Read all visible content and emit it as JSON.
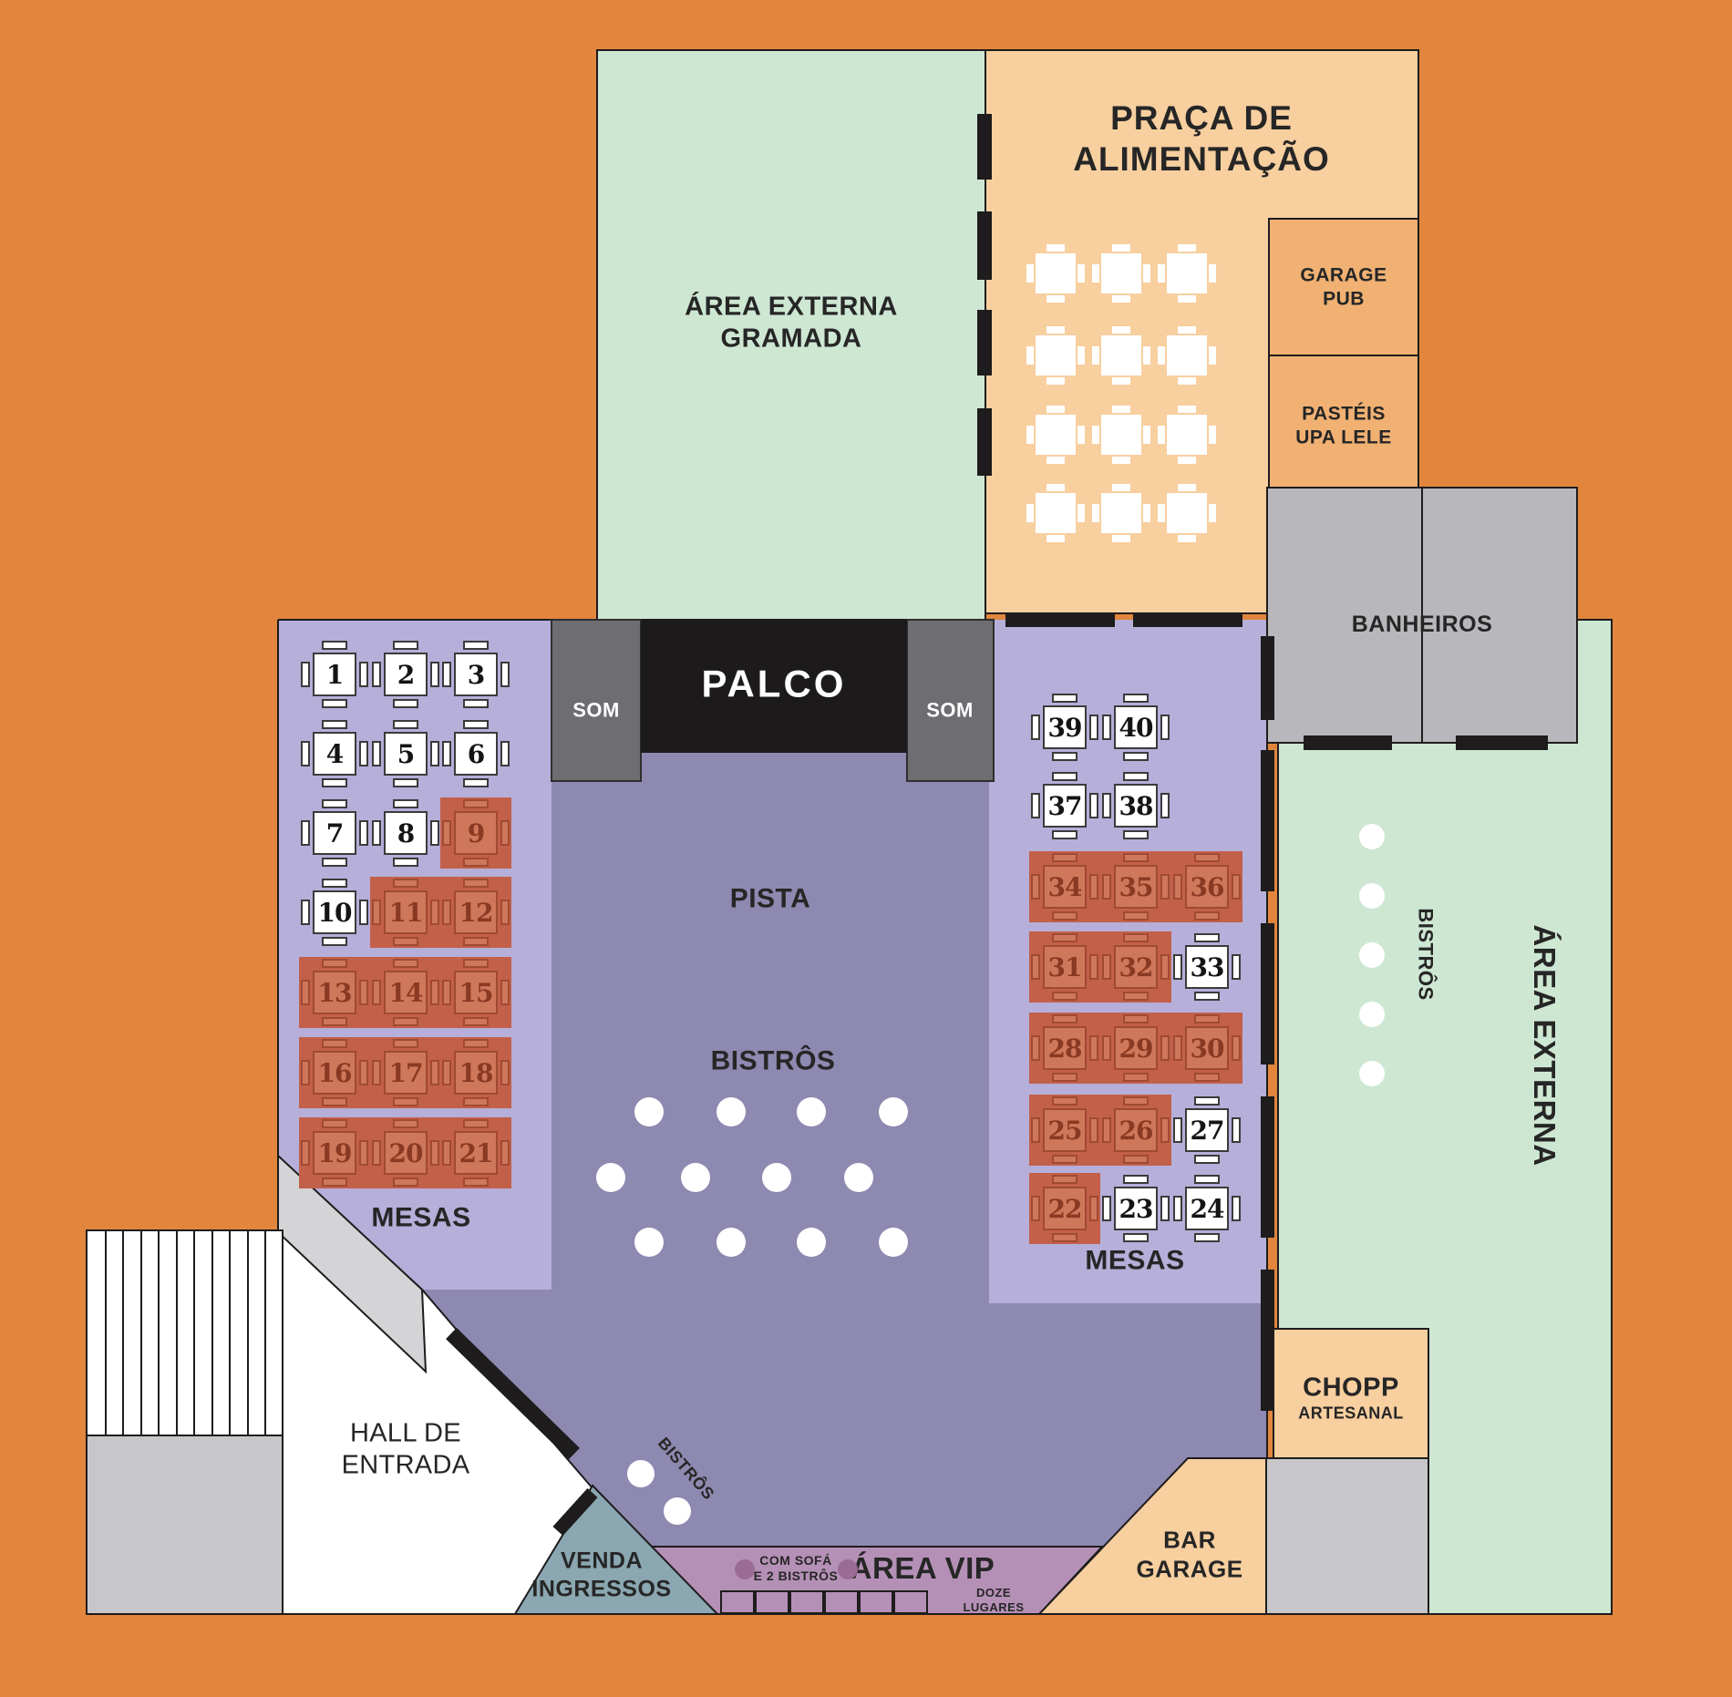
{
  "colors": {
    "bg": "#e1863c",
    "green": "#cee7d3",
    "peach": "#f8cf9f",
    "peach-dark": "#f0b173",
    "gray": "#b8b7bb",
    "gray-light": "#d4d4d7",
    "gray-mid": "#c7c7ca",
    "lavender": "#b5afd9",
    "slate": "#8d89b0",
    "stage": "#1c1a1a",
    "som": "#6d6d72",
    "mauve": "#b590b6",
    "mauve-dot": "#9a6b94",
    "teal": "#8ba7b1",
    "red-hl": "#c3604a",
    "red-table": "#cf775b",
    "red-border": "#a04a33",
    "red-num": "#8a3922",
    "line": "#1e1c1c",
    "text": "#262626"
  },
  "areas": {
    "gramada": {
      "line1": "ÁREA EXTERNA",
      "line2": "GRAMADA"
    },
    "praca": {
      "line1": "PRAÇA DE",
      "line2": "ALIMENTAÇÃO"
    },
    "garage_pub": {
      "line1": "GARAGE",
      "line2": "PUB"
    },
    "pasteis": {
      "line1": "PASTÉIS",
      "line2": "UPA LELE"
    },
    "banheiros": {
      "label": "BANHEIROS"
    },
    "som_left": {
      "label": "SOM"
    },
    "som_right": {
      "label": "SOM"
    },
    "palco": {
      "label": "PALCO"
    },
    "pista": {
      "label": "PISTA"
    },
    "bistros_center": {
      "label": "BISTRÔS"
    },
    "mesas_left": {
      "label": "MESAS"
    },
    "mesas_right": {
      "label": "MESAS"
    },
    "bistros_bottom": {
      "label": "BISTRÔS"
    },
    "externa_right": {
      "label": "ÁREA EXTERNA",
      "bistros": "BISTRÔS"
    },
    "chopp": {
      "line1": "CHOPP",
      "line2": "ARTESANAL"
    },
    "bar_garage": {
      "line1": "BAR",
      "line2": "GARAGE"
    },
    "hall": {
      "line1": "HALL DE",
      "line2": "ENTRADA"
    },
    "venda": {
      "line1": "VENDA",
      "line2": "INGRESSOS"
    },
    "vip": {
      "label": "ÁREA VIP",
      "note1": "COM SOFÁ",
      "note2": "E 2 BISTRÔS",
      "capacity1": "DOZE",
      "capacity2": "LUGARES"
    }
  },
  "tables": {
    "left_rows": [
      [
        {
          "n": "1"
        },
        {
          "n": "2"
        },
        {
          "n": "3"
        }
      ],
      [
        {
          "n": "4"
        },
        {
          "n": "5"
        },
        {
          "n": "6"
        }
      ],
      [
        {
          "n": "7"
        },
        {
          "n": "8"
        },
        {
          "n": "9",
          "red": true
        }
      ],
      [
        {
          "n": "10"
        },
        {
          "n": "11",
          "red": true
        },
        {
          "n": "12",
          "red": true
        }
      ],
      [
        {
          "n": "13",
          "red": true
        },
        {
          "n": "14",
          "red": true
        },
        {
          "n": "15",
          "red": true
        }
      ],
      [
        {
          "n": "16",
          "red": true
        },
        {
          "n": "17",
          "red": true
        },
        {
          "n": "18",
          "red": true
        }
      ],
      [
        {
          "n": "19",
          "red": true
        },
        {
          "n": "20",
          "red": true
        },
        {
          "n": "21",
          "red": true
        }
      ]
    ],
    "right_rows": [
      [
        {
          "n": "39"
        },
        {
          "n": "40"
        },
        null
      ],
      [
        {
          "n": "37"
        },
        {
          "n": "38"
        },
        null
      ],
      [
        {
          "n": "34",
          "red": true
        },
        {
          "n": "35",
          "red": true
        },
        {
          "n": "36",
          "red": true
        }
      ],
      [
        {
          "n": "31",
          "red": true
        },
        {
          "n": "32",
          "red": true
        },
        {
          "n": "33"
        }
      ],
      [
        {
          "n": "28",
          "red": true
        },
        {
          "n": "29",
          "red": true
        },
        {
          "n": "30",
          "red": true
        }
      ],
      [
        {
          "n": "25",
          "red": true
        },
        {
          "n": "26",
          "red": true
        },
        {
          "n": "27"
        }
      ],
      [
        {
          "n": "22",
          "red": true
        },
        {
          "n": "23"
        },
        {
          "n": "24"
        }
      ]
    ],
    "food_court": {
      "rows": 4,
      "cols": 3
    }
  },
  "dots": {
    "pista_rows": [
      4,
      4,
      4
    ],
    "entrance": 2,
    "externa_column": 5,
    "vip": 2
  },
  "vip_seats": 6,
  "parking_stripes": 10
}
